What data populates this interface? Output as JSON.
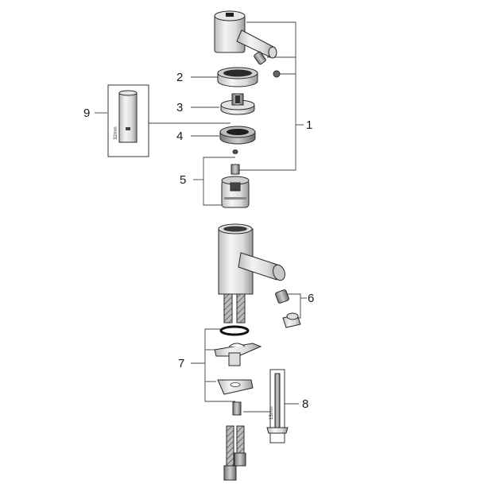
{
  "callouts": {
    "c1": "1",
    "c2": "2",
    "c3": "3",
    "c4": "4",
    "c5": "5",
    "c6": "6",
    "c7": "7",
    "c8": "8",
    "c9": "9"
  },
  "tools": {
    "socket_size": "32mm",
    "hex_key_size": "13mm"
  }
}
